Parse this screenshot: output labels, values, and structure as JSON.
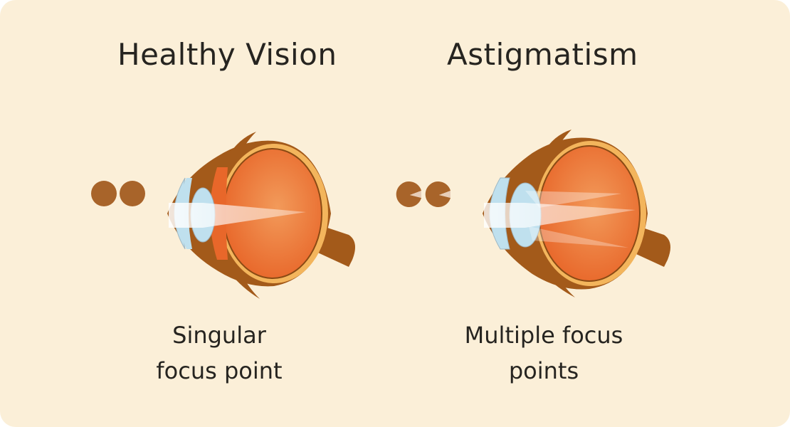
{
  "panels": [
    {
      "title": "Healthy Vision",
      "caption_line1": "Singular",
      "caption_line2": "focus point",
      "object": "two-full-dots",
      "focus": "single"
    },
    {
      "title": "Astigmatism",
      "caption_line1": "Multiple focus",
      "caption_line2": "points",
      "object": "two-notched-dots",
      "focus": "multiple"
    }
  ],
  "colors": {
    "background": "#fbefd8",
    "sclera_outer": "#a35a1a",
    "sclera_inner": "#f3b55c",
    "vitreous": "#ec6f2e",
    "lens": "#bfe0ee",
    "dots": "#a8642a",
    "text": "#262420"
  }
}
